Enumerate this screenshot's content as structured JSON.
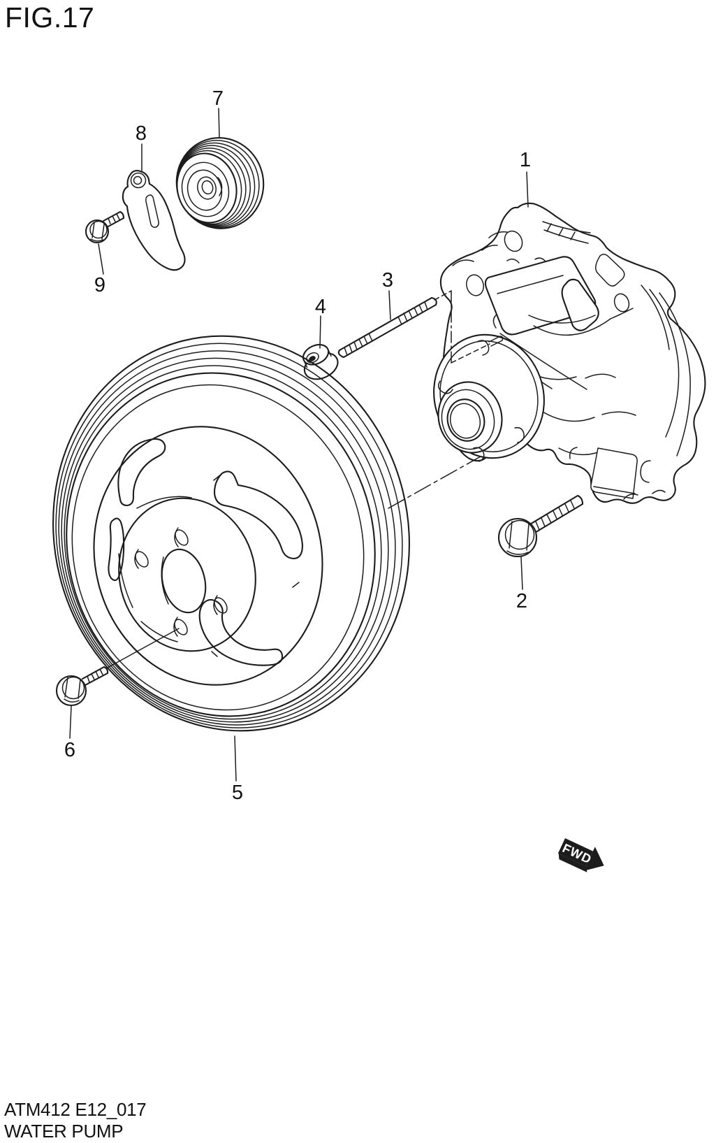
{
  "page": {
    "background": "#ffffff"
  },
  "colors": {
    "line": "#1c1c1c",
    "text": "#111111",
    "arrow_fill": "#111111",
    "arrow_text": "#ffffff"
  },
  "header": {
    "figure_title": "FIG.17"
  },
  "diagram": {
    "direction_arrow": {
      "label": "FWD"
    },
    "callouts": [
      {
        "label": "1"
      },
      {
        "label": "2"
      },
      {
        "label": "3"
      },
      {
        "label": "4"
      },
      {
        "label": "5"
      },
      {
        "label": "6"
      },
      {
        "label": "7"
      },
      {
        "label": "8"
      },
      {
        "label": "9"
      }
    ]
  },
  "footer": {
    "drawing_code": "ATM412 E12_017",
    "figure_caption": "WATER PUMP"
  }
}
